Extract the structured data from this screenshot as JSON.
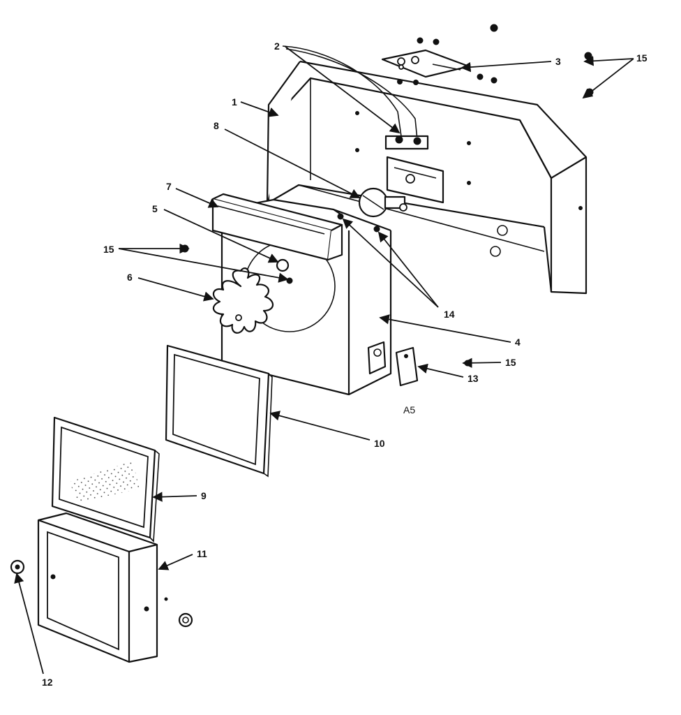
{
  "callouts": [
    {
      "id": "1",
      "label": "1"
    },
    {
      "id": "2",
      "label": "2"
    },
    {
      "id": "3",
      "label": "3"
    },
    {
      "id": "4",
      "label": "4"
    },
    {
      "id": "5",
      "label": "5"
    },
    {
      "id": "6",
      "label": "6"
    },
    {
      "id": "7",
      "label": "7"
    },
    {
      "id": "8",
      "label": "8"
    },
    {
      "id": "9",
      "label": "9"
    },
    {
      "id": "10",
      "label": "10"
    },
    {
      "id": "11",
      "label": "11"
    },
    {
      "id": "12",
      "label": "12"
    },
    {
      "id": "13",
      "label": "13"
    },
    {
      "id": "14",
      "label": "14"
    },
    {
      "id": "15",
      "label": "15"
    }
  ],
  "diagram_code": "A5",
  "colors": {
    "ink": "#111111",
    "paper": "#ffffff"
  }
}
